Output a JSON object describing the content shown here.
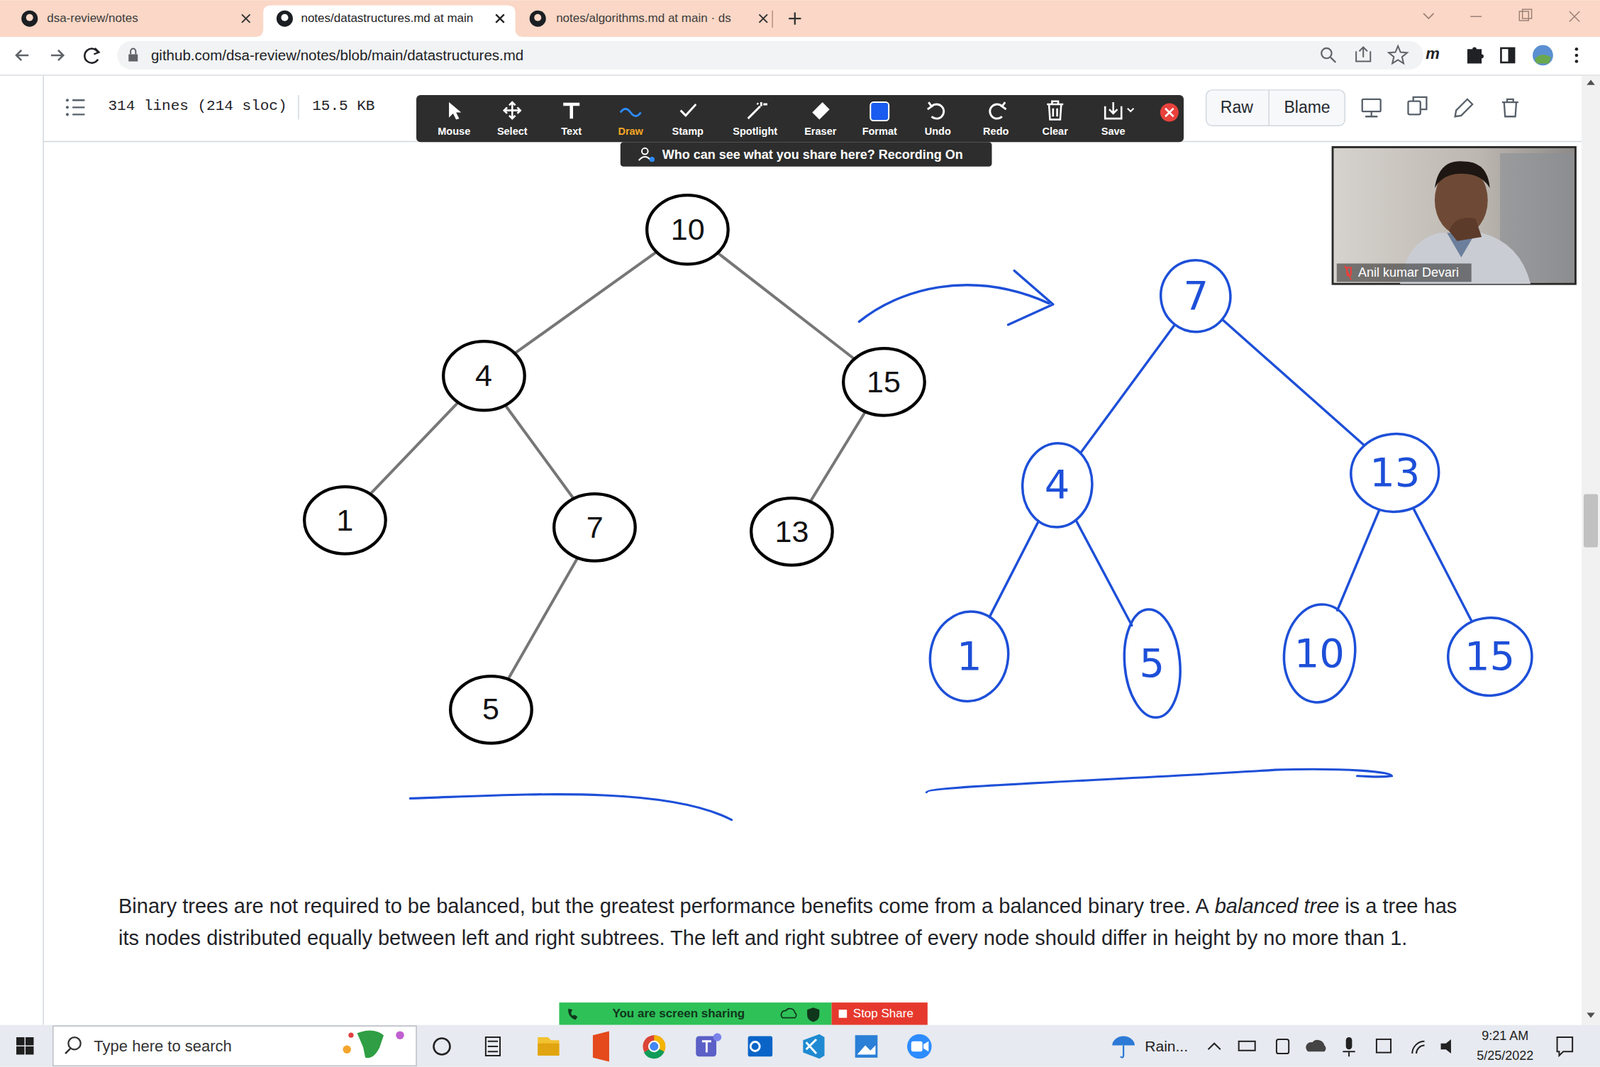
{
  "diagram": {
    "nodes": [
      {
        "text": [
          "10"
        ]
      },
      {
        "text": [
          "4"
        ]
      },
      {
        "text": [
          "15"
        ]
      },
      {
        "text": [
          "1"
        ]
      },
      {
        "text": [
          "7"
        ]
      },
      {
        "text": [
          "13"
        ]
      },
      {
        "text": [
          "5"
        ]
      },
      {
        "text": [
          "7"
        ]
      },
      {
        "text": [
          "4"
        ]
      },
      {
        "text": [
          "13"
        ]
      },
      {
        "text": [
          "1"
        ]
      },
      {
        "text": [
          "5"
        ]
      },
      {
        "text": [
          "10"
        ]
      },
      {
        "text": [
          "15"
        ]
      }
    ],
    "edges": [
      {
        "from": 0,
        "to": 1,
        "arrow": "none"
      },
      {
        "from": 0,
        "to": 2,
        "arrow": "none"
      },
      {
        "from": 1,
        "to": 3,
        "arrow": "none"
      },
      {
        "from": 1,
        "to": 4,
        "arrow": "none"
      },
      {
        "from": 2,
        "to": 5,
        "arrow": "none"
      },
      {
        "from": 4,
        "to": 6,
        "arrow": "none"
      },
      {
        "from": 7,
        "to": 8,
        "arrow": "none"
      },
      {
        "from": 7,
        "to": 9,
        "arrow": "none"
      },
      {
        "from": 8,
        "to": 10,
        "arrow": "none"
      },
      {
        "from": 8,
        "to": 11,
        "arrow": "none"
      },
      {
        "from": 9,
        "to": 12,
        "arrow": "none"
      },
      {
        "from": 9,
        "to": 13,
        "arrow": "none"
      }
    ],
    "labels": [
      "dsa-review/notes",
      "notes/datastructures.md at main",
      "notes/algorithms.md at main · ds",
      "github.com/dsa-review/notes/blob/main/datastructures.md",
      "m",
      "314 lines (214 sloc)",
      "15.5 KB",
      "Mouse",
      "Select",
      "Text",
      "Draw",
      "Stamp",
      "Spotlight",
      "Eraser",
      "Format",
      "Undo",
      "Redo",
      "Clear",
      "Save",
      "Who can see what you share here? Recording On",
      "Raw",
      "Blame",
      "Anil kumar Devari",
      "Binary trees are not required to be balanced, but the greatest performance benefits come from a balanced binary tree. A",
      "balanced tree",
      "is a tree has its nodes distributed equally between left and right subtrees. The left and right subtree of every node should differ in height by no more than 1.",
      "You are screen sharing",
      "Stop Share",
      "Type here to search",
      "Rain...",
      "9:21 AM",
      "5/25/2022"
    ]
  }
}
